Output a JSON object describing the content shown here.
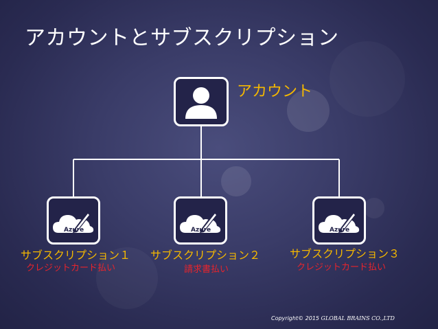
{
  "slide": {
    "title": "アカウントとサブスクリプション",
    "account": {
      "label": "アカウント",
      "icon": "user-icon"
    },
    "subscriptions": [
      {
        "name": "サブスクリプション１",
        "payment": "クレジットカード払い",
        "icon": "azure-cloud-icon",
        "icon_text": "Azure"
      },
      {
        "name": "サブスクリプション２",
        "payment": "請求書払い",
        "icon": "azure-cloud-icon",
        "icon_text": "Azure"
      },
      {
        "name": "サブスクリプション３",
        "payment": "クレジットカード払い",
        "icon": "azure-cloud-icon",
        "icon_text": "Azure"
      }
    ],
    "copyright": {
      "prefix": "Copyright© 2015",
      "company": "GLOBAL BRAINS CO.,LTD"
    }
  },
  "colors": {
    "background": "#2e2f5a",
    "accent": "#f5b800",
    "payment": "#e8242c",
    "line": "#ffffff"
  }
}
